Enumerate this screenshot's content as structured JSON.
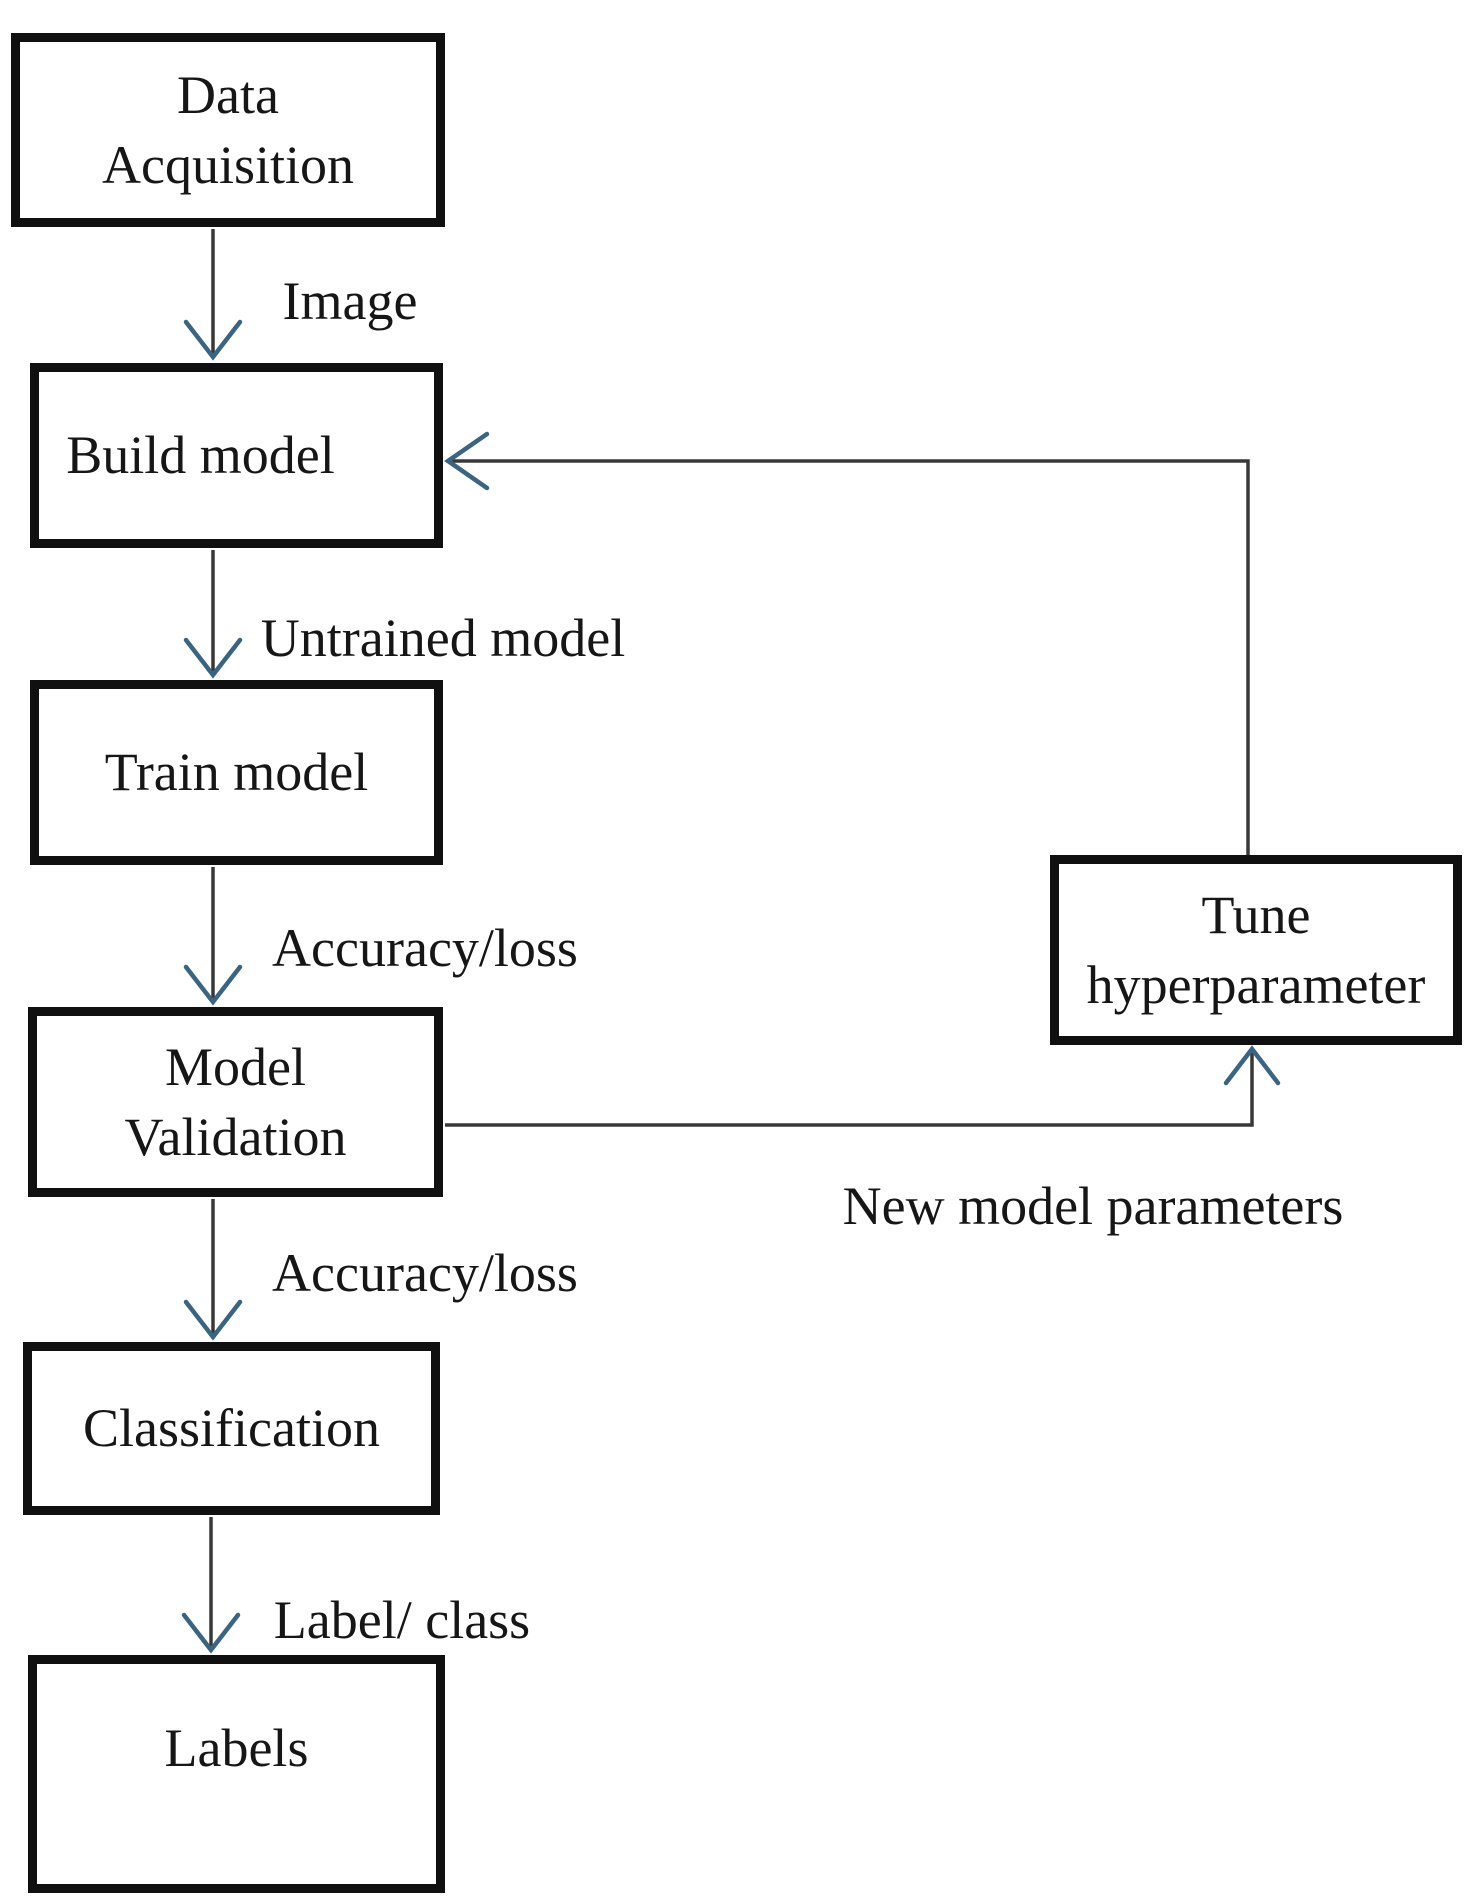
{
  "flowchart": {
    "nodes": [
      {
        "id": "data-acquisition",
        "label": "Data\nAcquisition"
      },
      {
        "id": "build-model",
        "label": "Build model"
      },
      {
        "id": "train-model",
        "label": "Train model"
      },
      {
        "id": "model-validation",
        "label": "Model\nValidation"
      },
      {
        "id": "classification",
        "label": "Classification"
      },
      {
        "id": "labels",
        "label": "Labels"
      },
      {
        "id": "tune-hyperparameter",
        "label": "Tune\nhyperparameter"
      }
    ],
    "edges": [
      {
        "from": "data-acquisition",
        "to": "build-model",
        "label": "Image"
      },
      {
        "from": "build-model",
        "to": "train-model",
        "label": "Untrained model"
      },
      {
        "from": "train-model",
        "to": "model-validation",
        "label": "Accuracy/loss"
      },
      {
        "from": "model-validation",
        "to": "classification",
        "label": "Accuracy/loss"
      },
      {
        "from": "classification",
        "to": "labels",
        "label": "Label/ class"
      },
      {
        "from": "model-validation",
        "to": "tune-hyperparameter",
        "label": "New model parameters"
      },
      {
        "from": "tune-hyperparameter",
        "to": "build-model",
        "label": ""
      }
    ],
    "colors": {
      "background": "#ffffff",
      "box_border": "#101010",
      "text": "#161616",
      "connector_line": "#383838",
      "arrowhead": "#3a6480"
    }
  }
}
